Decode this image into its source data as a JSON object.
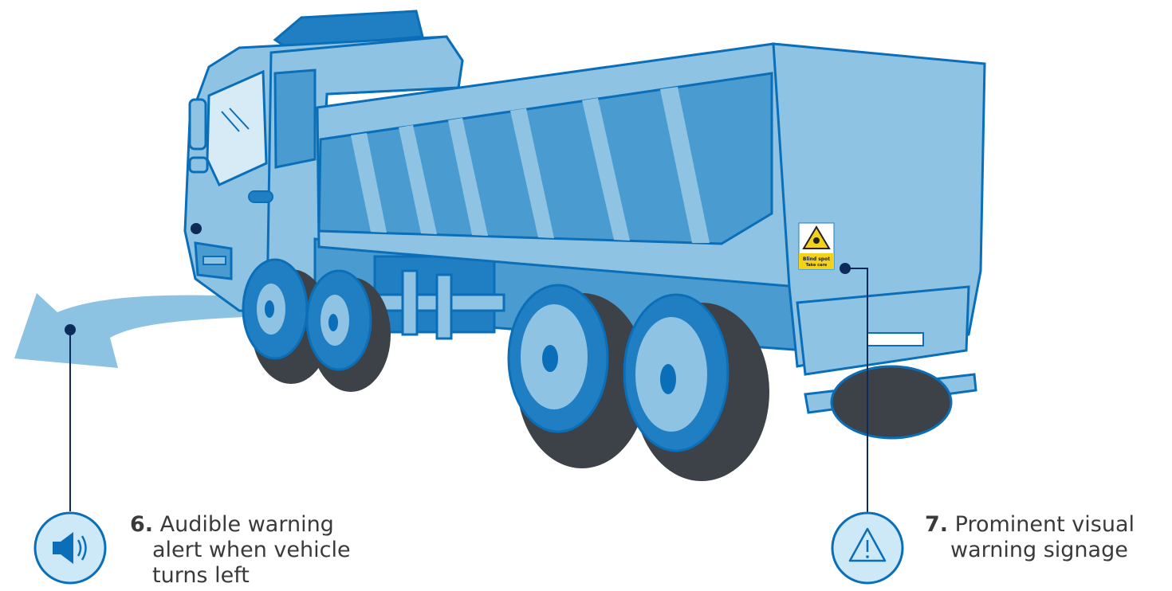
{
  "callouts": [
    {
      "number": "6.",
      "lines": [
        "Audible warning",
        "alert when vehicle",
        "turns left"
      ],
      "icon": "speaker-icon"
    },
    {
      "number": "7.",
      "lines": [
        "Prominent visual",
        "warning signage"
      ],
      "icon": "warning-triangle-icon"
    }
  ],
  "sign": {
    "line1": "Blind spot",
    "line2": "Take care",
    "icon": "warning-triangle-icon"
  },
  "colors": {
    "outline": "#0a6fb8",
    "body_light": "#8ec3e3",
    "body_mid": "#4a9bd0",
    "body_dark": "#1f7fc2",
    "tyre": "#3c4247",
    "arrow": "#8cc2e2",
    "leader": "#0d2b5a",
    "icon_fill": "#cde8f6"
  }
}
